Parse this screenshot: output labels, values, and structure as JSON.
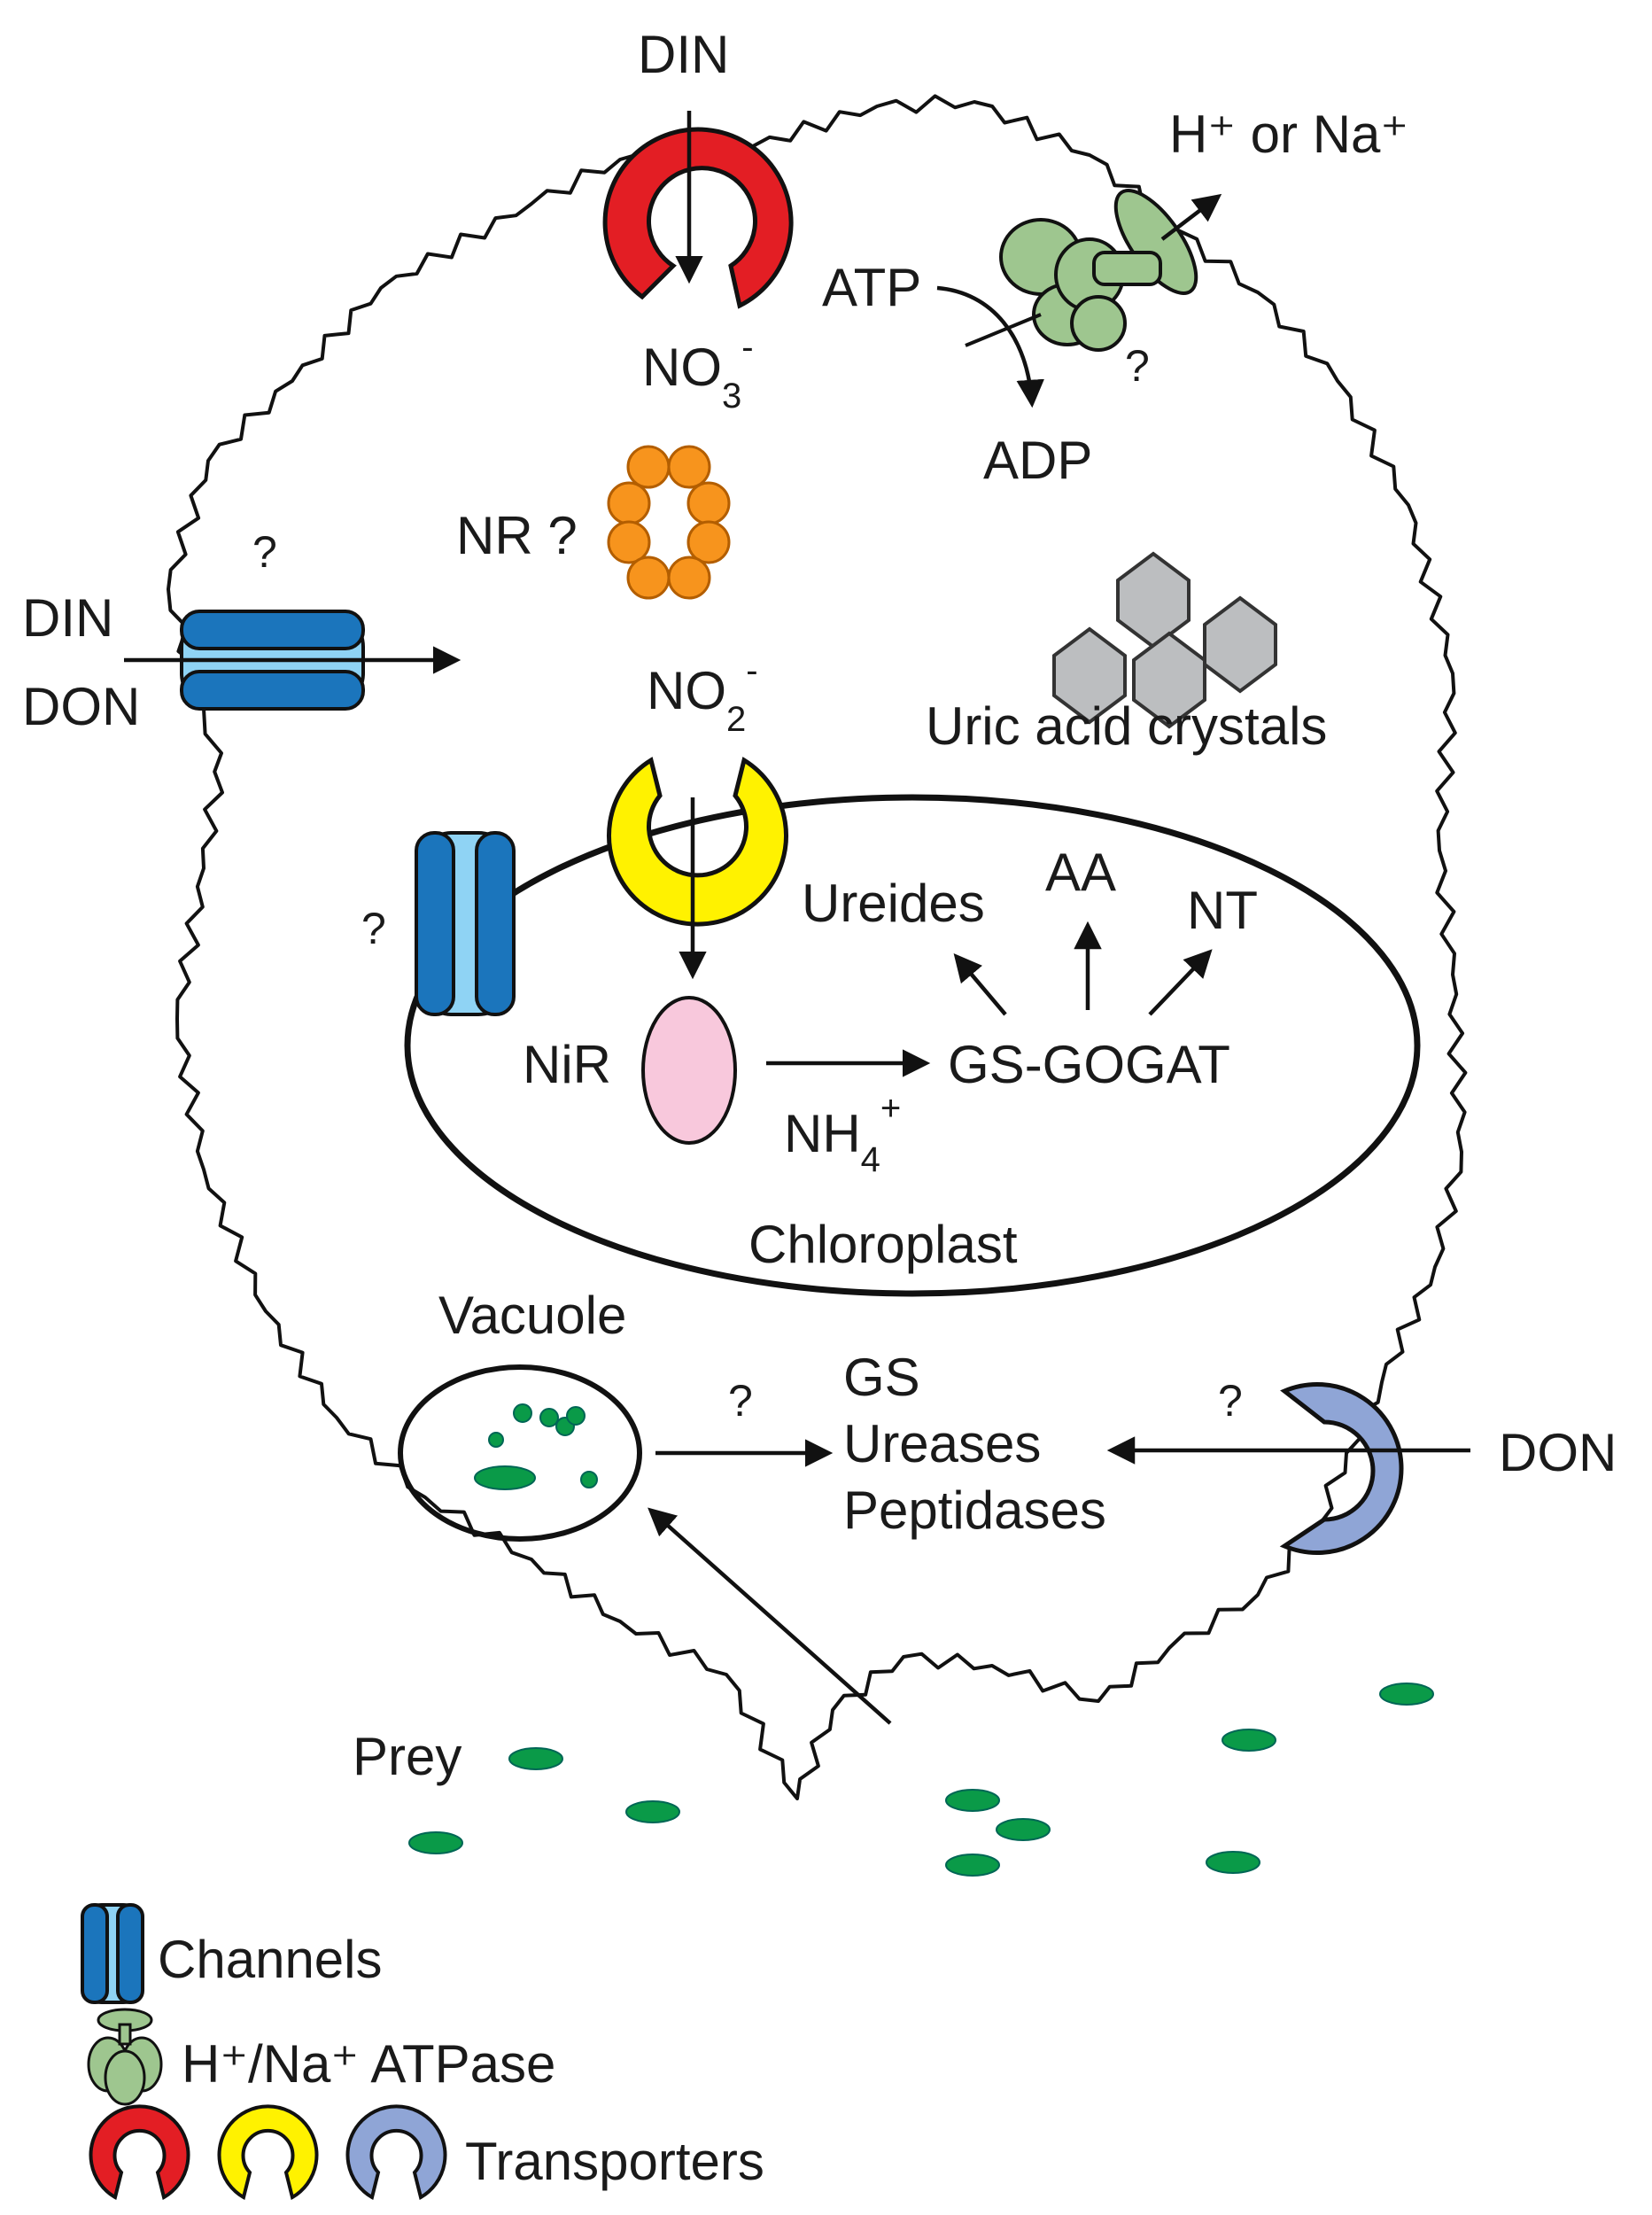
{
  "labels": {
    "din_top": "DIN",
    "h_or_na": "H⁺ or Na⁺",
    "atp": "ATP",
    "adp": "ADP",
    "no3": "NO",
    "no3_sub": "3",
    "no3_sup": "-",
    "nr": "NR ?",
    "no2": "NO",
    "no2_sub": "2",
    "no2_sup": "-",
    "din_left": "DIN",
    "don_left": "DON",
    "uric": "Uric acid crystals",
    "ureides": "Ureides",
    "aa": "AA",
    "nt": "NT",
    "nir": "NiR",
    "gsgogat": "GS-GOGAT",
    "nh4": "NH",
    "nh4_sub": "4",
    "nh4_sup": "+",
    "chloroplast": "Chloroplast",
    "vacuole": "Vacuole",
    "gs": "GS",
    "ureases": "Ureases",
    "peptidases": "Peptidases",
    "don_right": "DON",
    "prey": "Prey",
    "q": "?"
  },
  "legend": [
    {
      "label": "Channels"
    },
    {
      "label": "H⁺/Na⁺ ATPase"
    },
    {
      "label": "Transporters"
    }
  ],
  "colors": {
    "transporter_red": "#e31e24",
    "transporter_yellow": "#fff200",
    "transporter_blue": "#8fa5d6",
    "channel_blue": "#1b75bc",
    "channel_light": "#8fd3f4",
    "atpase_green": "#9ec68f",
    "nr_orange": "#f7941d",
    "nir_pink": "#f8c8dc",
    "crystal_gray": "#bcbec0",
    "prey_green": "#0a9a48"
  }
}
